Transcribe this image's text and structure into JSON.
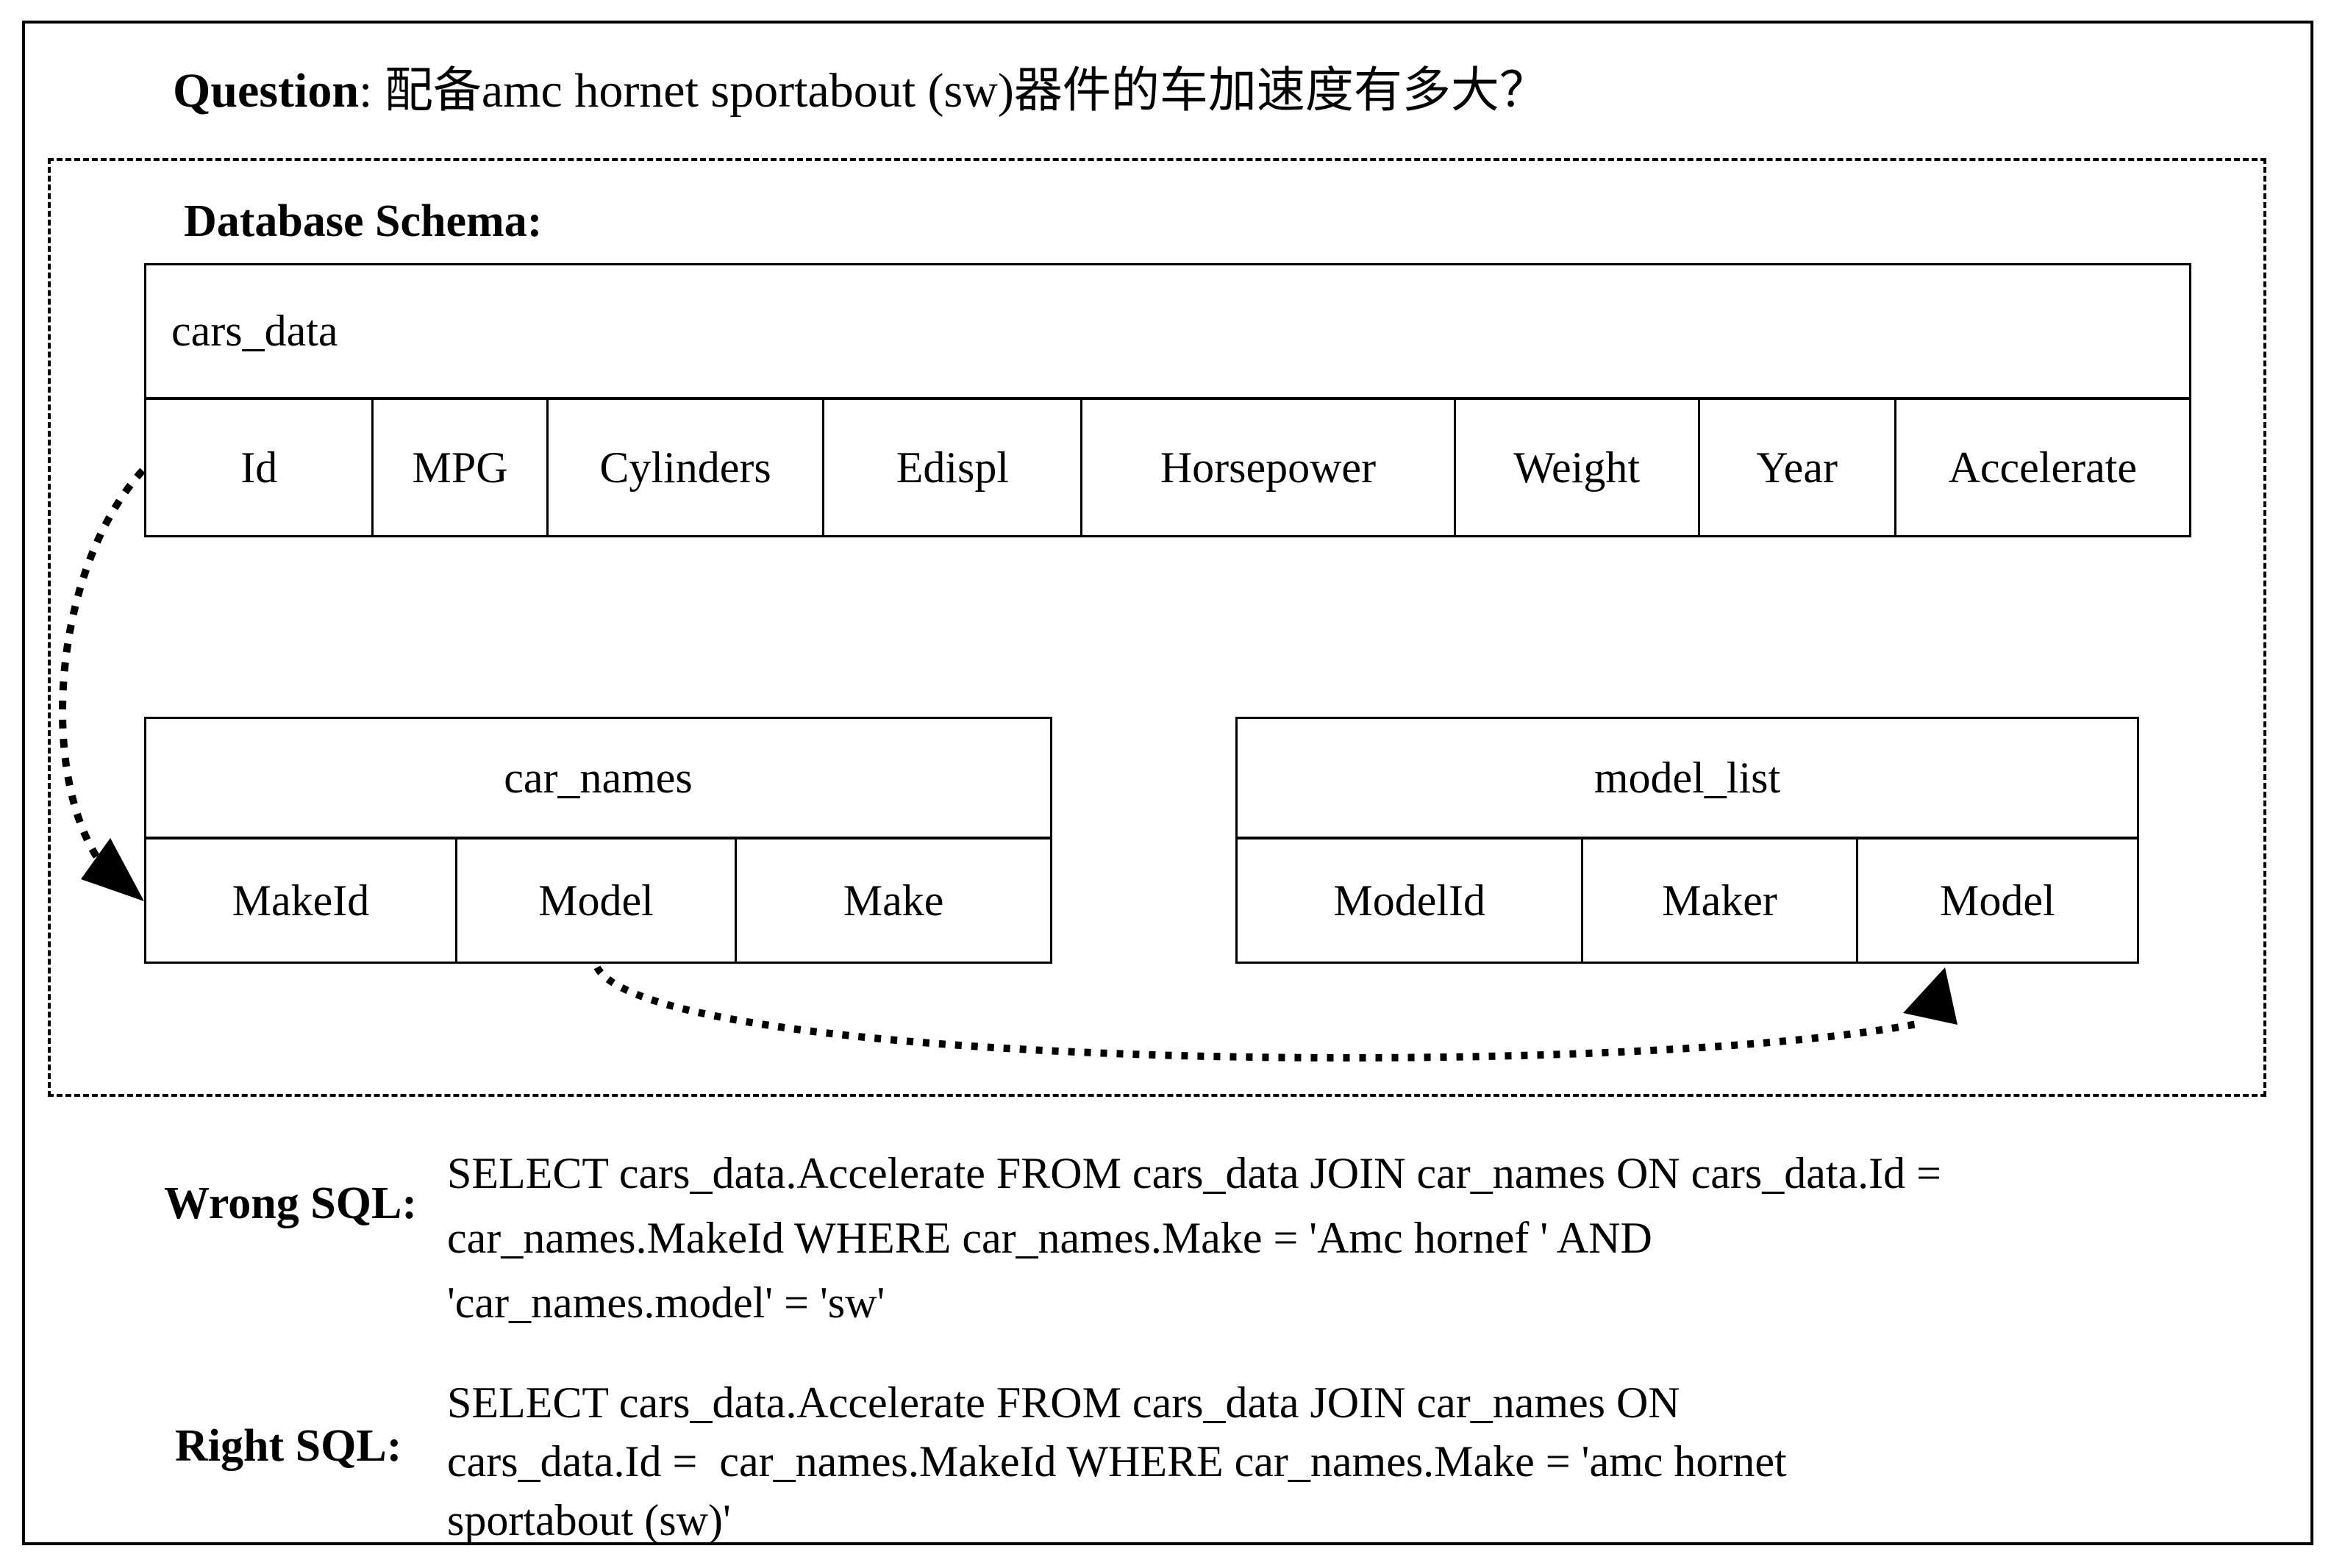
{
  "question": {
    "label": "Question",
    "separator": ": ",
    "text": "配备amc hornet sportabout (sw)器件的车加速度有多大？"
  },
  "schema_panel": {
    "title": "Database Schema:",
    "tables": {
      "cars_data": {
        "name": "cars_data",
        "columns": [
          "Id",
          "MPG",
          "Cylinders",
          "Edispl",
          "Horsepower",
          "Weight",
          "Year",
          "Accelerate"
        ]
      },
      "car_names": {
        "name": "car_names",
        "columns": [
          "MakeId",
          "Model",
          "Make"
        ]
      },
      "model_list": {
        "name": "model_list",
        "columns": [
          "ModelId",
          "Maker",
          "Model"
        ]
      }
    },
    "relations": [
      {
        "from": "cars_data.Id",
        "to": "car_names.MakeId"
      },
      {
        "from": "car_names.Model",
        "to": "model_list.Model"
      }
    ]
  },
  "sql": {
    "wrong": {
      "label": "Wrong SQL:",
      "lines": [
        "SELECT cars_data.Accelerate FROM cars_data JOIN car_names ON cars_data.Id =",
        "car_names.MakeId WHERE car_names.Make = 'Amc hornef ' AND",
        "'car_names.model' = 'sw'"
      ]
    },
    "right": {
      "label": "Right SQL:",
      "lines": [
        "SELECT cars_data.Accelerate FROM cars_data JOIN car_names ON",
        "cars_data.Id =  car_names.MakeId WHERE car_names.Make = 'amc hornet",
        "sportabout (sw)'"
      ]
    }
  },
  "colors": {
    "ink": "#000000",
    "background": "#ffffff"
  }
}
